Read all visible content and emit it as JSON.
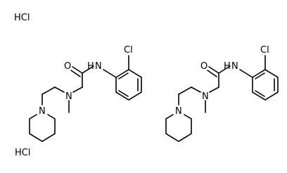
{
  "salt_labels": [
    "HCl",
    "HCl"
  ],
  "molecules": [
    {
      "atom_labels": {
        "chlorine": "Cl",
        "carbonyl_oxygen": "O",
        "amide_nitrogen": "N",
        "amide_hydrogen": "H",
        "amine_nitrogen": "N",
        "piperidine_nitrogen": "N"
      }
    },
    {
      "atom_labels": {
        "chlorine": "Cl",
        "carbonyl_oxygen": "O",
        "amide_nitrogen": "N",
        "amide_hydrogen": "H",
        "amine_nitrogen": "N",
        "piperidine_nitrogen": "N"
      }
    }
  ]
}
